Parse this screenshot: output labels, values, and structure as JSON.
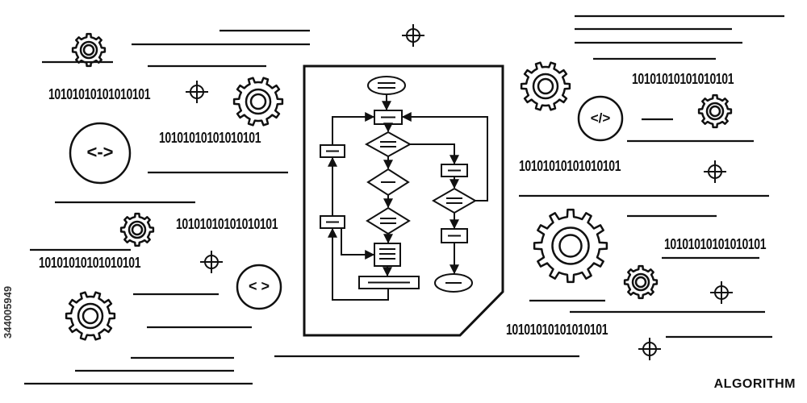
{
  "title": "ALGORITHM",
  "credit_text": "344005949",
  "binary_string": "10101010101010101",
  "code_labels": {
    "left_large": "<->",
    "left_small": "< >",
    "right": "</>"
  },
  "colors": {
    "stroke": "#111111",
    "background": "#ffffff"
  },
  "icons": [
    "gear-icon",
    "crosshair-icon",
    "code-bubble-icon",
    "flowchart-document-icon"
  ]
}
